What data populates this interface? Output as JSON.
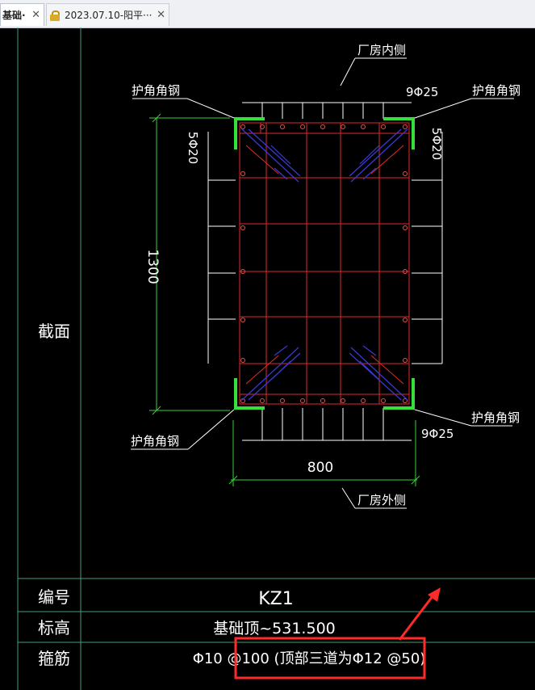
{
  "tabs": [
    {
      "label": "基础·"
    },
    {
      "label": "2023.07.10-阳平···"
    }
  ],
  "drawing": {
    "section_label": "截面",
    "title_top": "厂房内侧",
    "title_bottom": "厂房外侧",
    "corner_steel": "护角角钢",
    "rebar_top": "9Φ25",
    "rebar_bottom": "9Φ25",
    "rebar_left": "5Φ20",
    "rebar_right": "5Φ20",
    "dim_height": "1300",
    "dim_width": "800",
    "rows": [
      {
        "label": "编号",
        "value": "KZ1"
      },
      {
        "label": "标高",
        "value": "基础顶~531.500"
      },
      {
        "label": "箍筋",
        "value": "Φ10 @100 (顶部三道为Φ12 @50)"
      }
    ]
  },
  "colors": {
    "frame": "#3fa07a",
    "rebar": "#e02a2a",
    "steel": "#35e03a",
    "dim": "#3ccf3c",
    "annot": "#ff2a2a",
    "diag": "#3a3ad8"
  }
}
